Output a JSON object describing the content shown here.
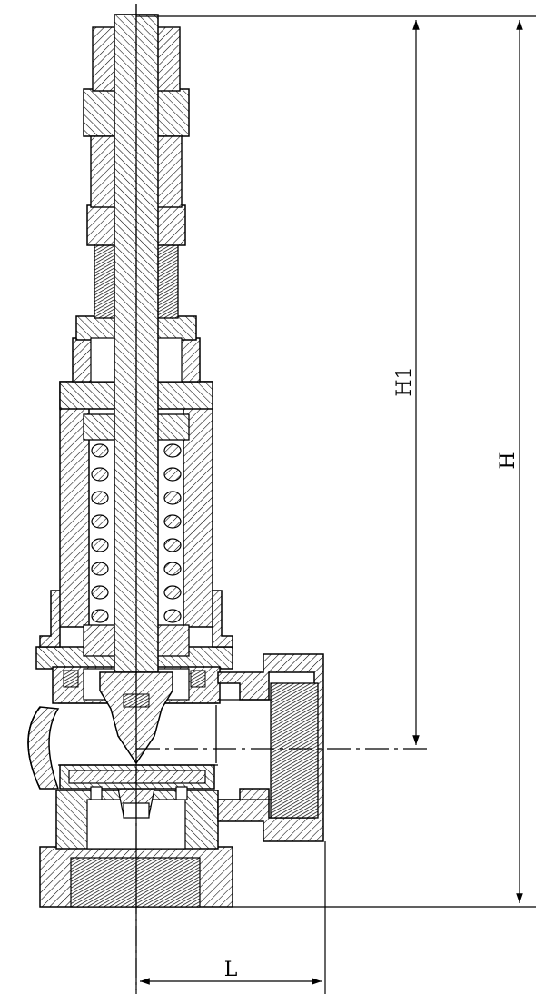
{
  "diagram": {
    "dimensions": {
      "height_label": "H",
      "upper_height_label": "H1",
      "offset_label": "L"
    }
  },
  "colors": {
    "line": "#000000",
    "background": "#ffffff",
    "hatch": "#000000"
  }
}
